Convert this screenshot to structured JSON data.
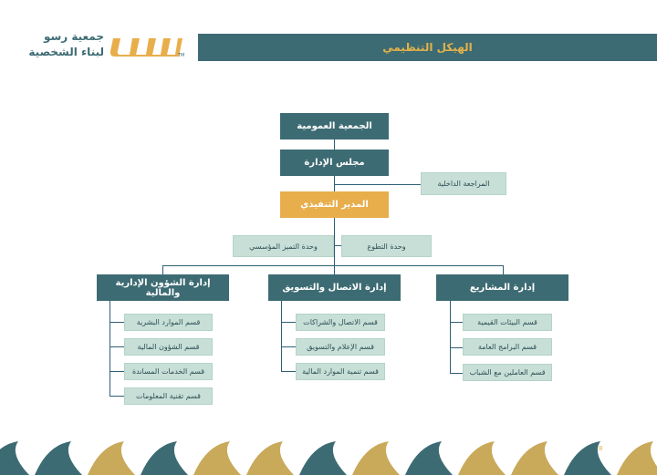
{
  "header": {
    "title": "الهيكل التنظيمي"
  },
  "logo": {
    "line1": "جمعية رسو",
    "line2": "لبناء الشخصية",
    "mark": "رسو",
    "tm": "TM"
  },
  "org": {
    "general_assembly": "الجمعية العمومية",
    "board": "مجلس الإدارة",
    "internal_audit": "المراجعة الداخلية",
    "ceo": "المدير التنفيذي",
    "excellence_unit": "وحدة التميز المؤسسي",
    "volunteer_unit": "وحدة التطوع",
    "departments": [
      {
        "title": "إدارة الشؤون الإدارية والمالية",
        "sections": [
          "قسم الموارد البشرية",
          "قسم الشؤون المالية",
          "قسم الخدمات المساندة",
          "قسم تقنية المعلومات"
        ]
      },
      {
        "title": "إدارة الاتصال والتسويق",
        "sections": [
          "قسم الاتصال والشراكات",
          "قسم الإعلام والتسويق",
          "قسم تنمية الموارد المالية"
        ]
      },
      {
        "title": "إدارة المشاريع",
        "sections": [
          "قسم البيئات القيمية",
          "قسم البرامج العامة",
          "قسم العاملين مع الشباب"
        ]
      }
    ]
  },
  "footer": {
    "page_number": "8"
  },
  "colors": {
    "teal": "#3d6b73",
    "gold": "#e8ae4c",
    "light_box": "#c7dfd7",
    "connector": "#2f5f77"
  }
}
